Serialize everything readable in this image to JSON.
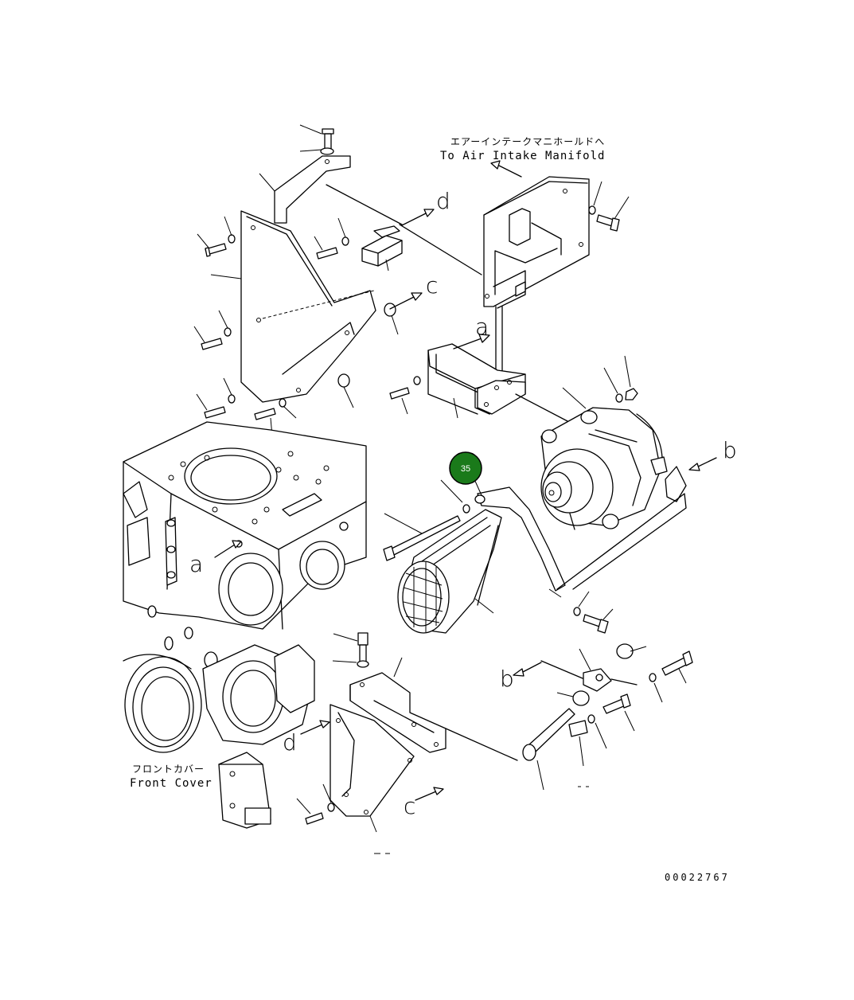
{
  "labels": {
    "intake_jp": "エアーインテークマニホールドへ",
    "intake_en": "To Air Intake Manifold",
    "front_cover_jp": "フロントカバー",
    "front_cover_en": "Front Cover",
    "drawing_number": "00022767"
  },
  "reference_letters": {
    "a_upper": "a",
    "a_lower": "a",
    "b_right": "b",
    "b_lower": "b",
    "c_upper": "c",
    "c_lower": "c",
    "d_upper": "d",
    "d_lower": "d"
  },
  "callout": {
    "number": "35",
    "color": "#1a7a1a"
  }
}
